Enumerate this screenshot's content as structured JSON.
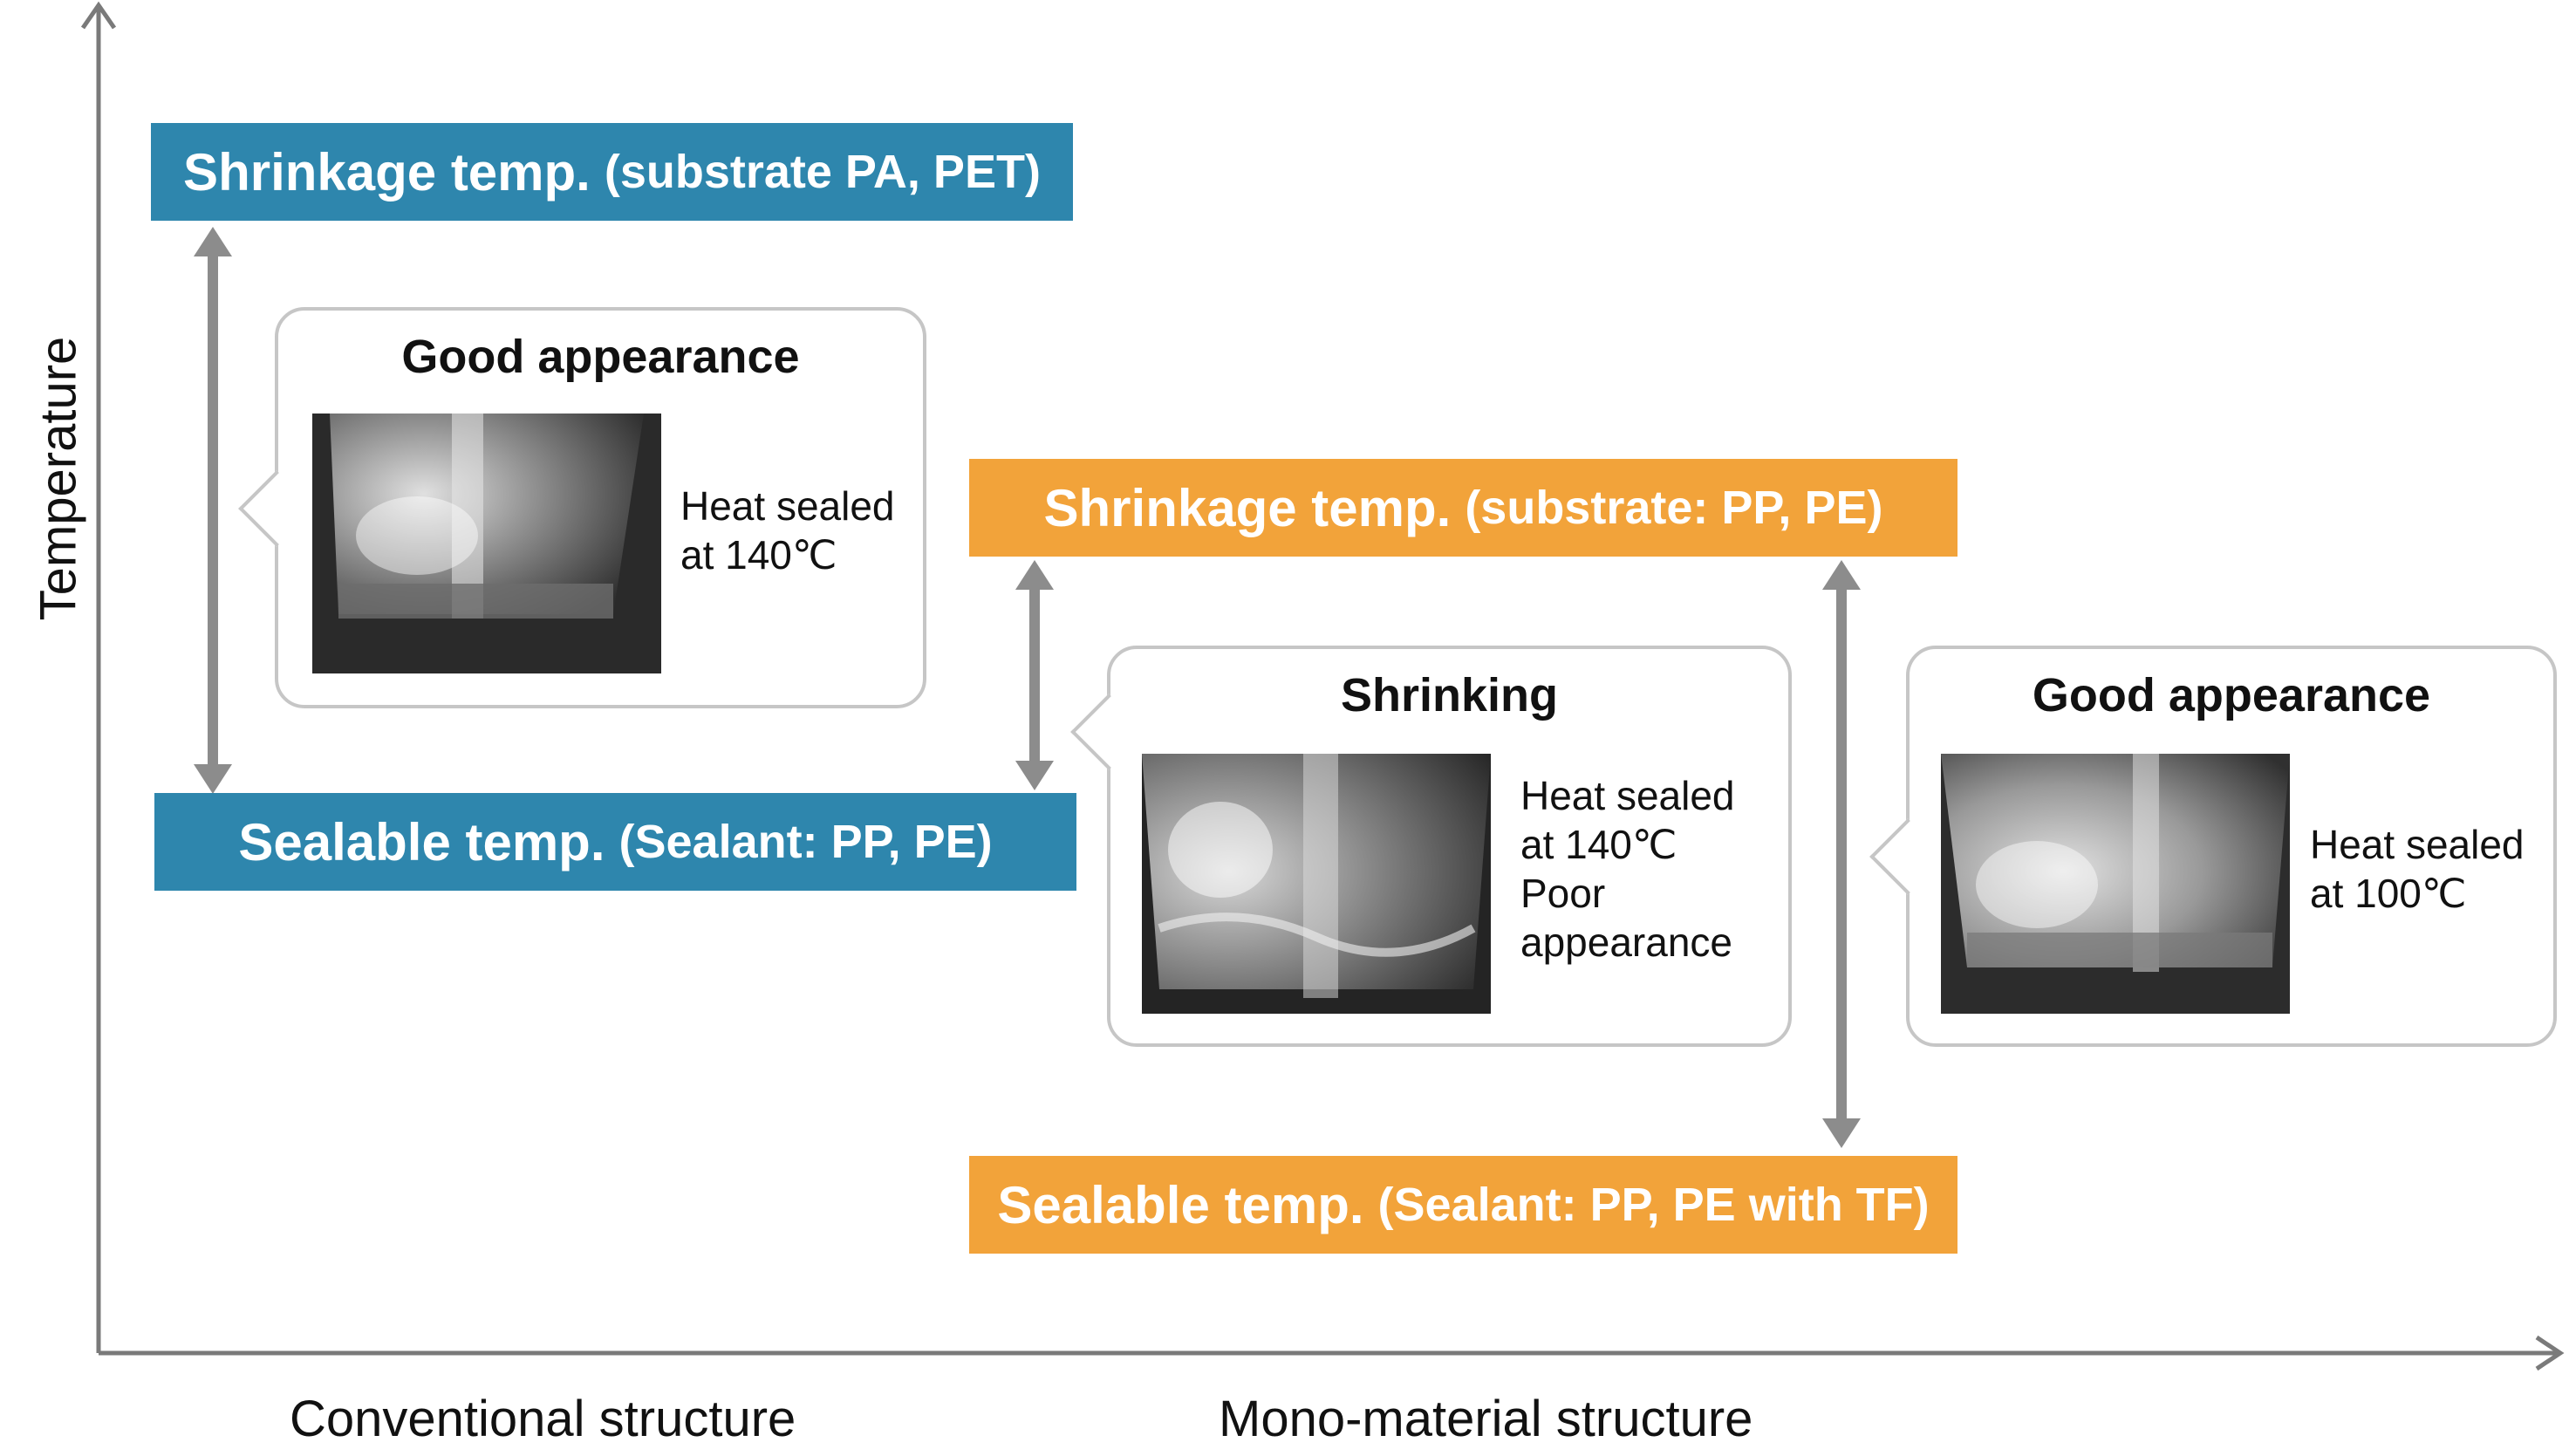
{
  "axes": {
    "y_label": "Temperature",
    "x_labels": [
      "Conventional structure",
      "Mono-material structure"
    ]
  },
  "banners": [
    {
      "main": "Shrinkage temp.",
      "detail": "(substrate PA, PET)",
      "color": "#2e86ad"
    },
    {
      "main": "Sealable temp.",
      "detail": "(Sealant: PP, PE)",
      "color": "#2e86ad"
    },
    {
      "main": "Shrinkage temp.",
      "detail": "(substrate: PP, PE)",
      "color": "#f2a33a"
    },
    {
      "main": "Sealable temp.",
      "detail": "(Sealant: PP, PE with TF)",
      "color": "#f2a33a"
    }
  ],
  "callouts": [
    {
      "title": "Good appearance",
      "note": [
        "Heat sealed",
        "at 140℃"
      ]
    },
    {
      "title": "Shrinking",
      "note": [
        "Heat sealed",
        "at 140℃",
        "Poor",
        "appearance"
      ]
    },
    {
      "title": "Good appearance",
      "note": [
        "Heat sealed",
        "at 100℃"
      ]
    }
  ],
  "colors": {
    "arrow": "#8c8c8c",
    "axis": "#7a7a7a",
    "callout_border": "#c6c6c6"
  }
}
